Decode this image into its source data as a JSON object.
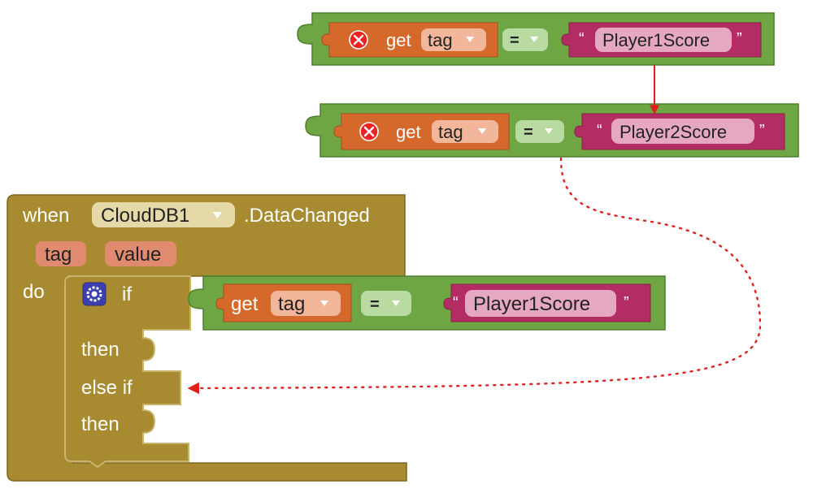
{
  "compare_blocks": [
    {
      "error_icon": "error-x-icon",
      "get_label": "get",
      "var_name": "tag",
      "operator": "=",
      "open_quote": "“",
      "text_value": "Player1Score",
      "close_quote": "”"
    },
    {
      "error_icon": "error-x-icon",
      "get_label": "get",
      "var_name": "tag",
      "operator": "=",
      "open_quote": "“",
      "text_value": "Player2Score",
      "close_quote": "”"
    }
  ],
  "event_block": {
    "when_label": "when",
    "component": "CloudDB1",
    "event_name": ".DataChanged",
    "params": [
      "tag",
      "value"
    ],
    "do_label": "do",
    "if_block": {
      "mutator_icon": "gear-icon",
      "if_label": "if",
      "condition": {
        "get_label": "get",
        "var_name": "tag",
        "operator": "=",
        "open_quote": "“",
        "text_value": "Player1Score",
        "close_quote": "”"
      },
      "then_label": "then",
      "else_if_label": "else if",
      "then2_label": "then"
    }
  },
  "colors": {
    "logic_green": "#6ea644",
    "logic_green_dark": "#4e7f2f",
    "variable_orange": "#d5692c",
    "text_magenta": "#b42c64",
    "control_tan": "#a88a31",
    "arrow_red": "#e0201f"
  }
}
